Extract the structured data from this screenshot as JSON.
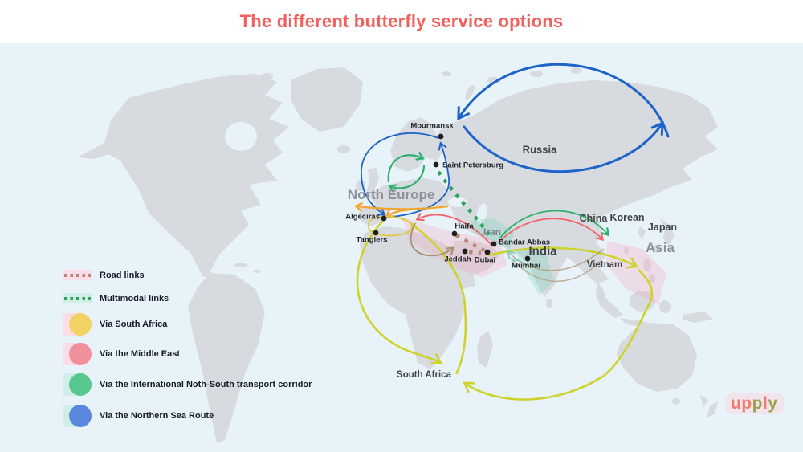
{
  "title": "The different butterfly service options",
  "title_color": "#f0605e",
  "legend": {
    "items": [
      {
        "label": "Road links",
        "type": "dots",
        "color": "#bb8478",
        "bg": "#fbdde8"
      },
      {
        "label": "Multimodal links",
        "type": "dots",
        "color": "#2fa35c",
        "bg": "#cfeee7"
      },
      {
        "label": "Via South Africa",
        "type": "circle",
        "color": "#f1d262",
        "bg": "#fbdde8"
      },
      {
        "label": "Via the Middle East",
        "type": "circle",
        "color": "#f0909a",
        "bg": "#fbdde8"
      },
      {
        "label": "Via the International Noth-South transport corridor",
        "type": "circle",
        "color": "#57c78e",
        "bg": "#cfeee7"
      },
      {
        "label": "Via the Northern Sea Route",
        "type": "circle",
        "color": "#5b86dd",
        "bg": "#cfeee7"
      }
    ]
  },
  "map": {
    "ocean_color": "#e8f3f9",
    "land_color": "#d7dade",
    "dot_color": "#1e1e1e",
    "cities": [
      {
        "name": "Mourmansk"
      },
      {
        "name": "Saint Petersburg"
      },
      {
        "name": "Algeciras"
      },
      {
        "name": "Tangiers"
      },
      {
        "name": "Haifa"
      },
      {
        "name": "Bandar Abbas"
      },
      {
        "name": "Jeddah"
      },
      {
        "name": "Dubai"
      },
      {
        "name": "Mumbai"
      }
    ],
    "regions": [
      {
        "name": "North Europe"
      },
      {
        "name": "Russia"
      },
      {
        "name": "Iran"
      },
      {
        "name": "India"
      },
      {
        "name": "China"
      },
      {
        "name": "Korean"
      },
      {
        "name": "Japan"
      },
      {
        "name": "Asia"
      },
      {
        "name": "Vietnam"
      },
      {
        "name": "South Africa"
      }
    ]
  },
  "routes": {
    "northern_sea_blue": "#1d63c9",
    "instc_green": "#2db16f",
    "multimodal_dots": "#2aa35a",
    "road_dots": "#bb8478",
    "middle_east_red": "#f2646c",
    "middle_east_brown": "#a8906d",
    "orange": "#f4a52f",
    "gibraltar_yellow": "#e2c83e",
    "south_africa_chartreuse": "#cdd32a",
    "return_tan": "#b39b7d",
    "return_teal": "#77d0bf"
  },
  "tints": {
    "pink": "rgba(246,170,190,0.30)",
    "teal": "rgba(120,212,190,0.32)"
  },
  "logo": {
    "letters": [
      {
        "ch": "u",
        "color": "#ef7a6e"
      },
      {
        "ch": "p",
        "color": "#ef7a6e"
      },
      {
        "ch": "p",
        "color": "#9da14f"
      },
      {
        "ch": "l",
        "color": "#ef7a6e"
      },
      {
        "ch": "y",
        "color": "#9da14f"
      }
    ]
  }
}
